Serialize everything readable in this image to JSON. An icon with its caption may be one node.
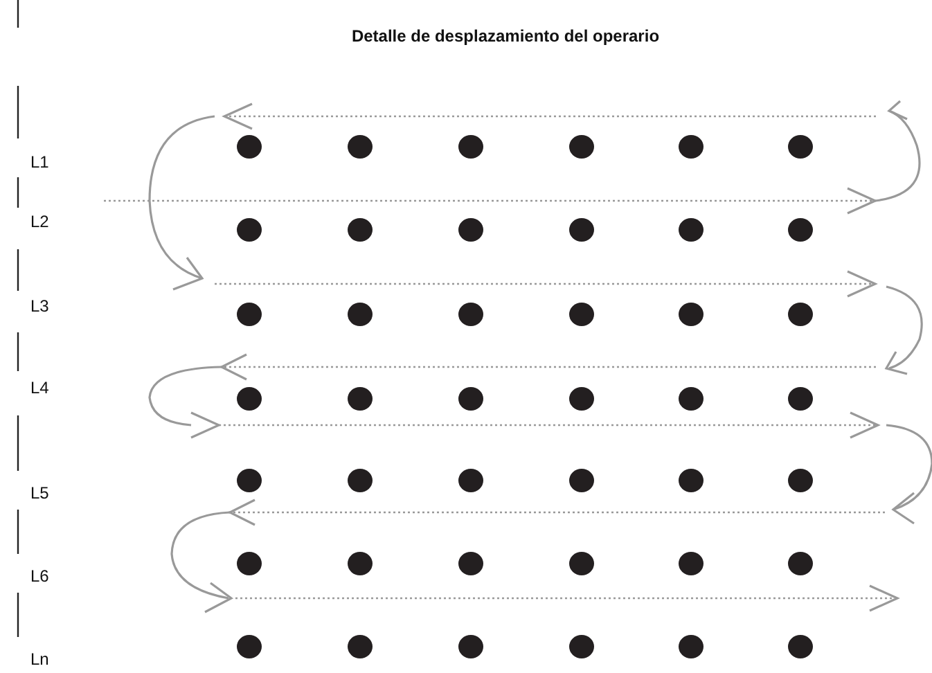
{
  "diagram": {
    "title": "Detalle de desplazamiento del operario",
    "labels": [
      "L1",
      "L2",
      "L3",
      "L4",
      "L5",
      "L6",
      "Ln"
    ]
  }
}
